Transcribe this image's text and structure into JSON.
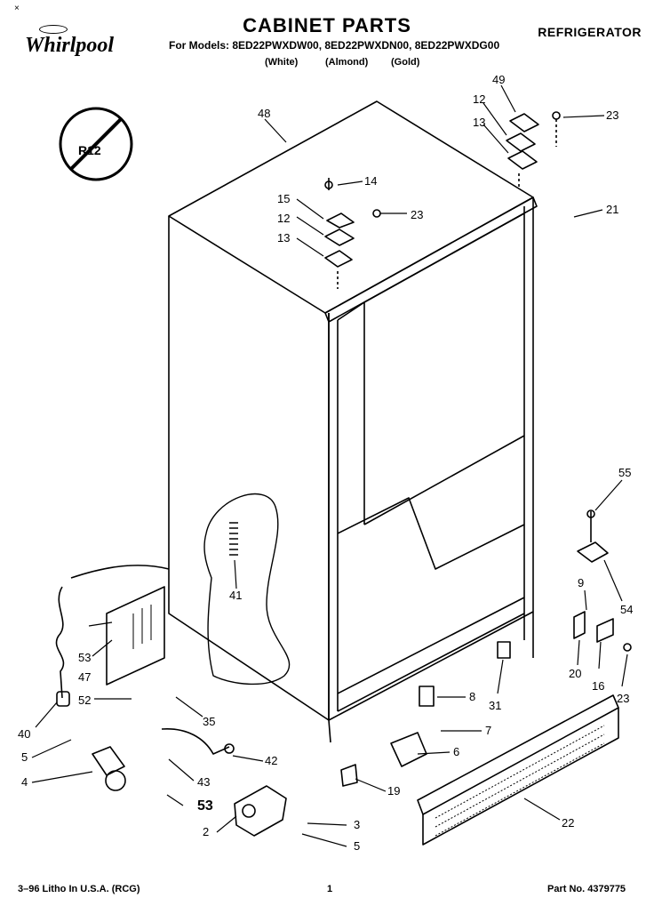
{
  "header": {
    "mark": "×",
    "brand": "Whirlpool",
    "title": "CABINET PARTS",
    "models": "For Models: 8ED22PWXDW00, 8ED22PWXDN00, 8ED22PWXDG00",
    "color_white": "(White)",
    "color_almond": "(Almond)",
    "color_gold": "(Gold)",
    "category": "REFRIGERATOR",
    "badge": "R12"
  },
  "footer": {
    "litho": "3–96 Litho In U.S.A. (RCG)",
    "page": "1",
    "part_no": "Part No. 4379775"
  },
  "callouts": {
    "c48": "48",
    "c49": "49",
    "c12a": "12",
    "c13a": "13",
    "c23a": "23",
    "c14": "14",
    "c15": "15",
    "c12b": "12",
    "c23b": "23",
    "c13b": "13",
    "c21": "21",
    "c55": "55",
    "c9": "9",
    "c54": "54",
    "c41": "41",
    "c53a": "53",
    "c47": "47",
    "c52": "52",
    "c40": "40",
    "c35": "35",
    "c5a": "5",
    "c4": "4",
    "c43": "43",
    "c42": "42",
    "c53b": "53",
    "c2": "2",
    "c3": "3",
    "c5b": "5",
    "c8": "8",
    "c31": "31",
    "c20": "20",
    "c16": "16",
    "c23c": "23",
    "c7": "7",
    "c6": "6",
    "c19": "19",
    "c22": "22"
  }
}
